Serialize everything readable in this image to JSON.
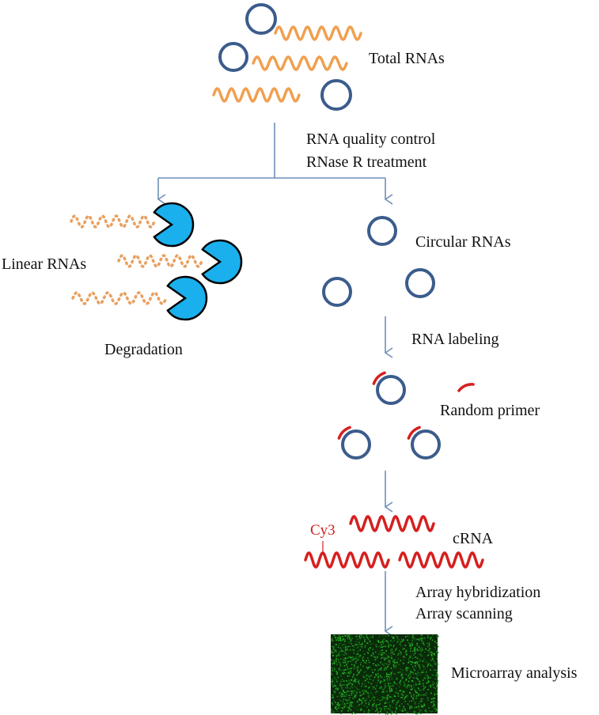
{
  "labels": {
    "total_rnas": "Total RNAs",
    "qc_line1": "RNA quality  control",
    "qc_line2": "RNase R treatment",
    "linear_rnas": "Linear RNAs",
    "degradation": "Degradation",
    "circular_rnas": "Circular RNAs",
    "rna_labeling": "RNA labeling",
    "random_primer": "Random primer",
    "cy3": "Cy3",
    "crna": "cRNA",
    "array_line1": "Array hybridization",
    "array_line2": "Array scanning",
    "microarray": "Microarray analysis"
  },
  "colors": {
    "circle_rna": "#3b5c8c",
    "linear_rna": "#f0a050",
    "degraded_rna": "#e8a060",
    "enzyme": "#1ab0ee",
    "enzyme_outline": "#000000",
    "primer": "#d61f1f",
    "crna": "#d61f1f",
    "arrow": "#6f8fb8",
    "array_bg": "#0a2a0a",
    "array_spot": "#2f8a2f"
  },
  "icons": {
    "circle": "circular-rna-icon",
    "wave": "linear-rna-icon",
    "enzyme": "rnase-r-enzyme-icon",
    "array": "microarray-chip-icon"
  }
}
